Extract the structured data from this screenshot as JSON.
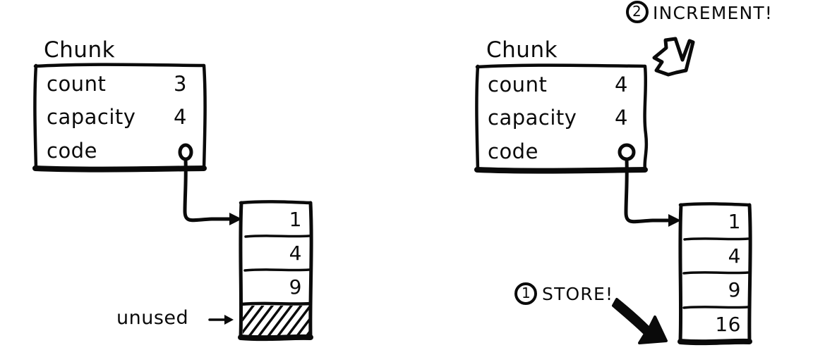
{
  "diagram": {
    "title_hidden": "dynamic array growth",
    "left": {
      "struct_name": "Chunk",
      "fields": [
        {
          "label": "count",
          "value": "3"
        },
        {
          "label": "capacity",
          "value": "4"
        },
        {
          "label": "code",
          "value": ""
        }
      ],
      "pointer_icon": "pointer-circle-icon",
      "array": {
        "cells": [
          "1",
          "4",
          "9"
        ],
        "unused_cells": 1,
        "unused_label": "unused",
        "unused_arrow": "→"
      }
    },
    "right": {
      "struct_name": "Chunk",
      "fields": [
        {
          "label": "count",
          "value": "4"
        },
        {
          "label": "capacity",
          "value": "4"
        },
        {
          "label": "code",
          "value": ""
        }
      ],
      "pointer_icon": "pointer-circle-icon",
      "array": {
        "cells": [
          "1",
          "4",
          "9",
          "16"
        ],
        "unused_cells": 0
      },
      "annotations": [
        {
          "number": "1",
          "label": "STORE!"
        },
        {
          "number": "2",
          "label": "INCREMENT!"
        }
      ]
    }
  },
  "colors": {
    "ink": "#0a0a0a",
    "paper": "#ffffff"
  }
}
